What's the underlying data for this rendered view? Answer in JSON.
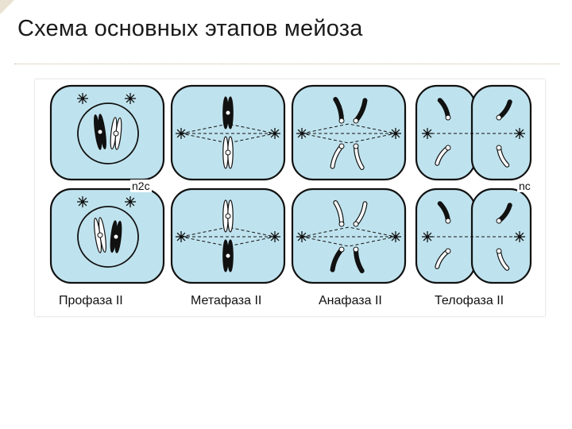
{
  "slide": {
    "title": "Схема основных этапов мейоза"
  },
  "diagram": {
    "stages": [
      {
        "label": "Профаза II"
      },
      {
        "label": "Метафаза II"
      },
      {
        "label": "Анафаза II"
      },
      {
        "label": "Телофаза II"
      }
    ],
    "row_labels": {
      "left": "n2c",
      "right": "nc"
    },
    "colors": {
      "cytoplasm": "#bfe3ee",
      "outline": "#111111",
      "chromosome_dark": "#111111",
      "chromosome_light": "#ffffff",
      "background": "#ffffff"
    }
  }
}
